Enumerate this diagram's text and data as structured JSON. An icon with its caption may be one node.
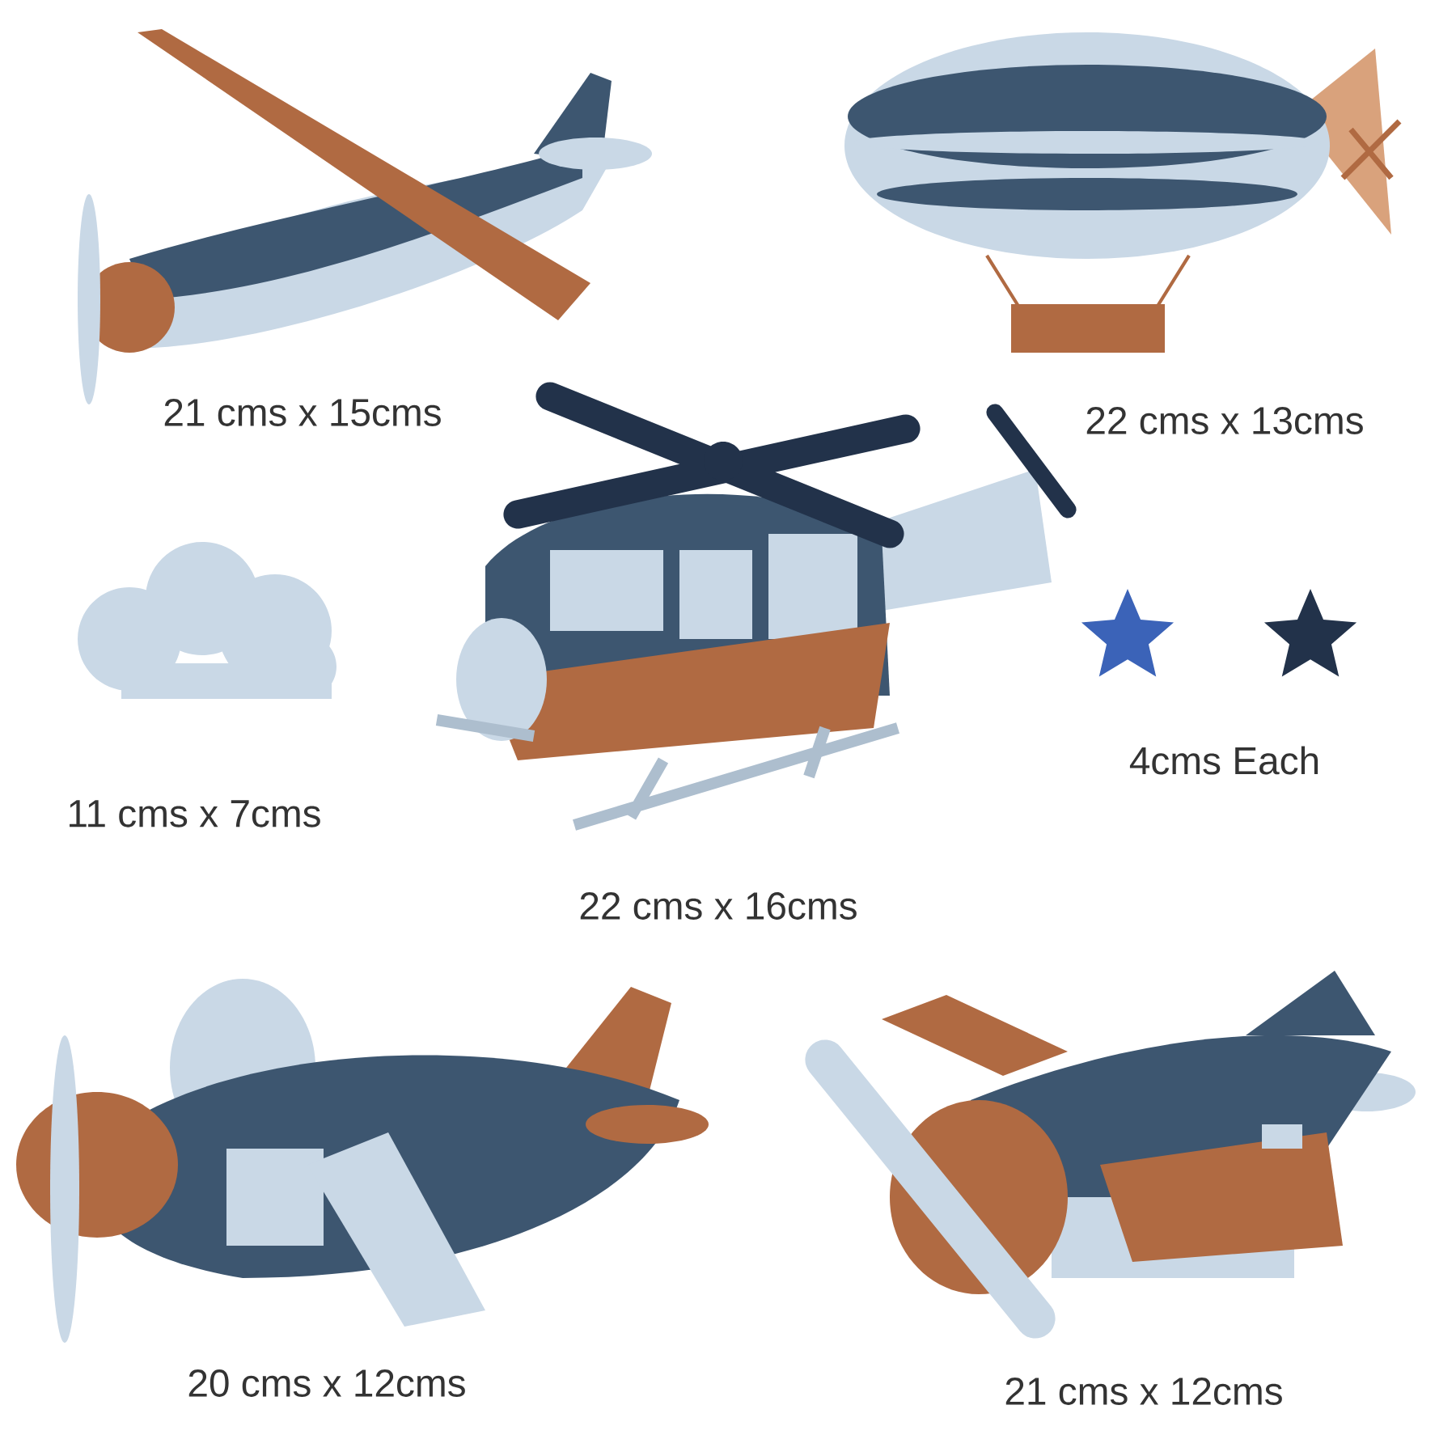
{
  "diagram": {
    "labels": [
      "21 cms x 15cms",
      "22 cms x 13cms",
      "4cms Each",
      "11 cms x 7cms",
      "22 cms x 16cms",
      "20 cms x 12cms",
      "21 cms x 12cms"
    ]
  }
}
